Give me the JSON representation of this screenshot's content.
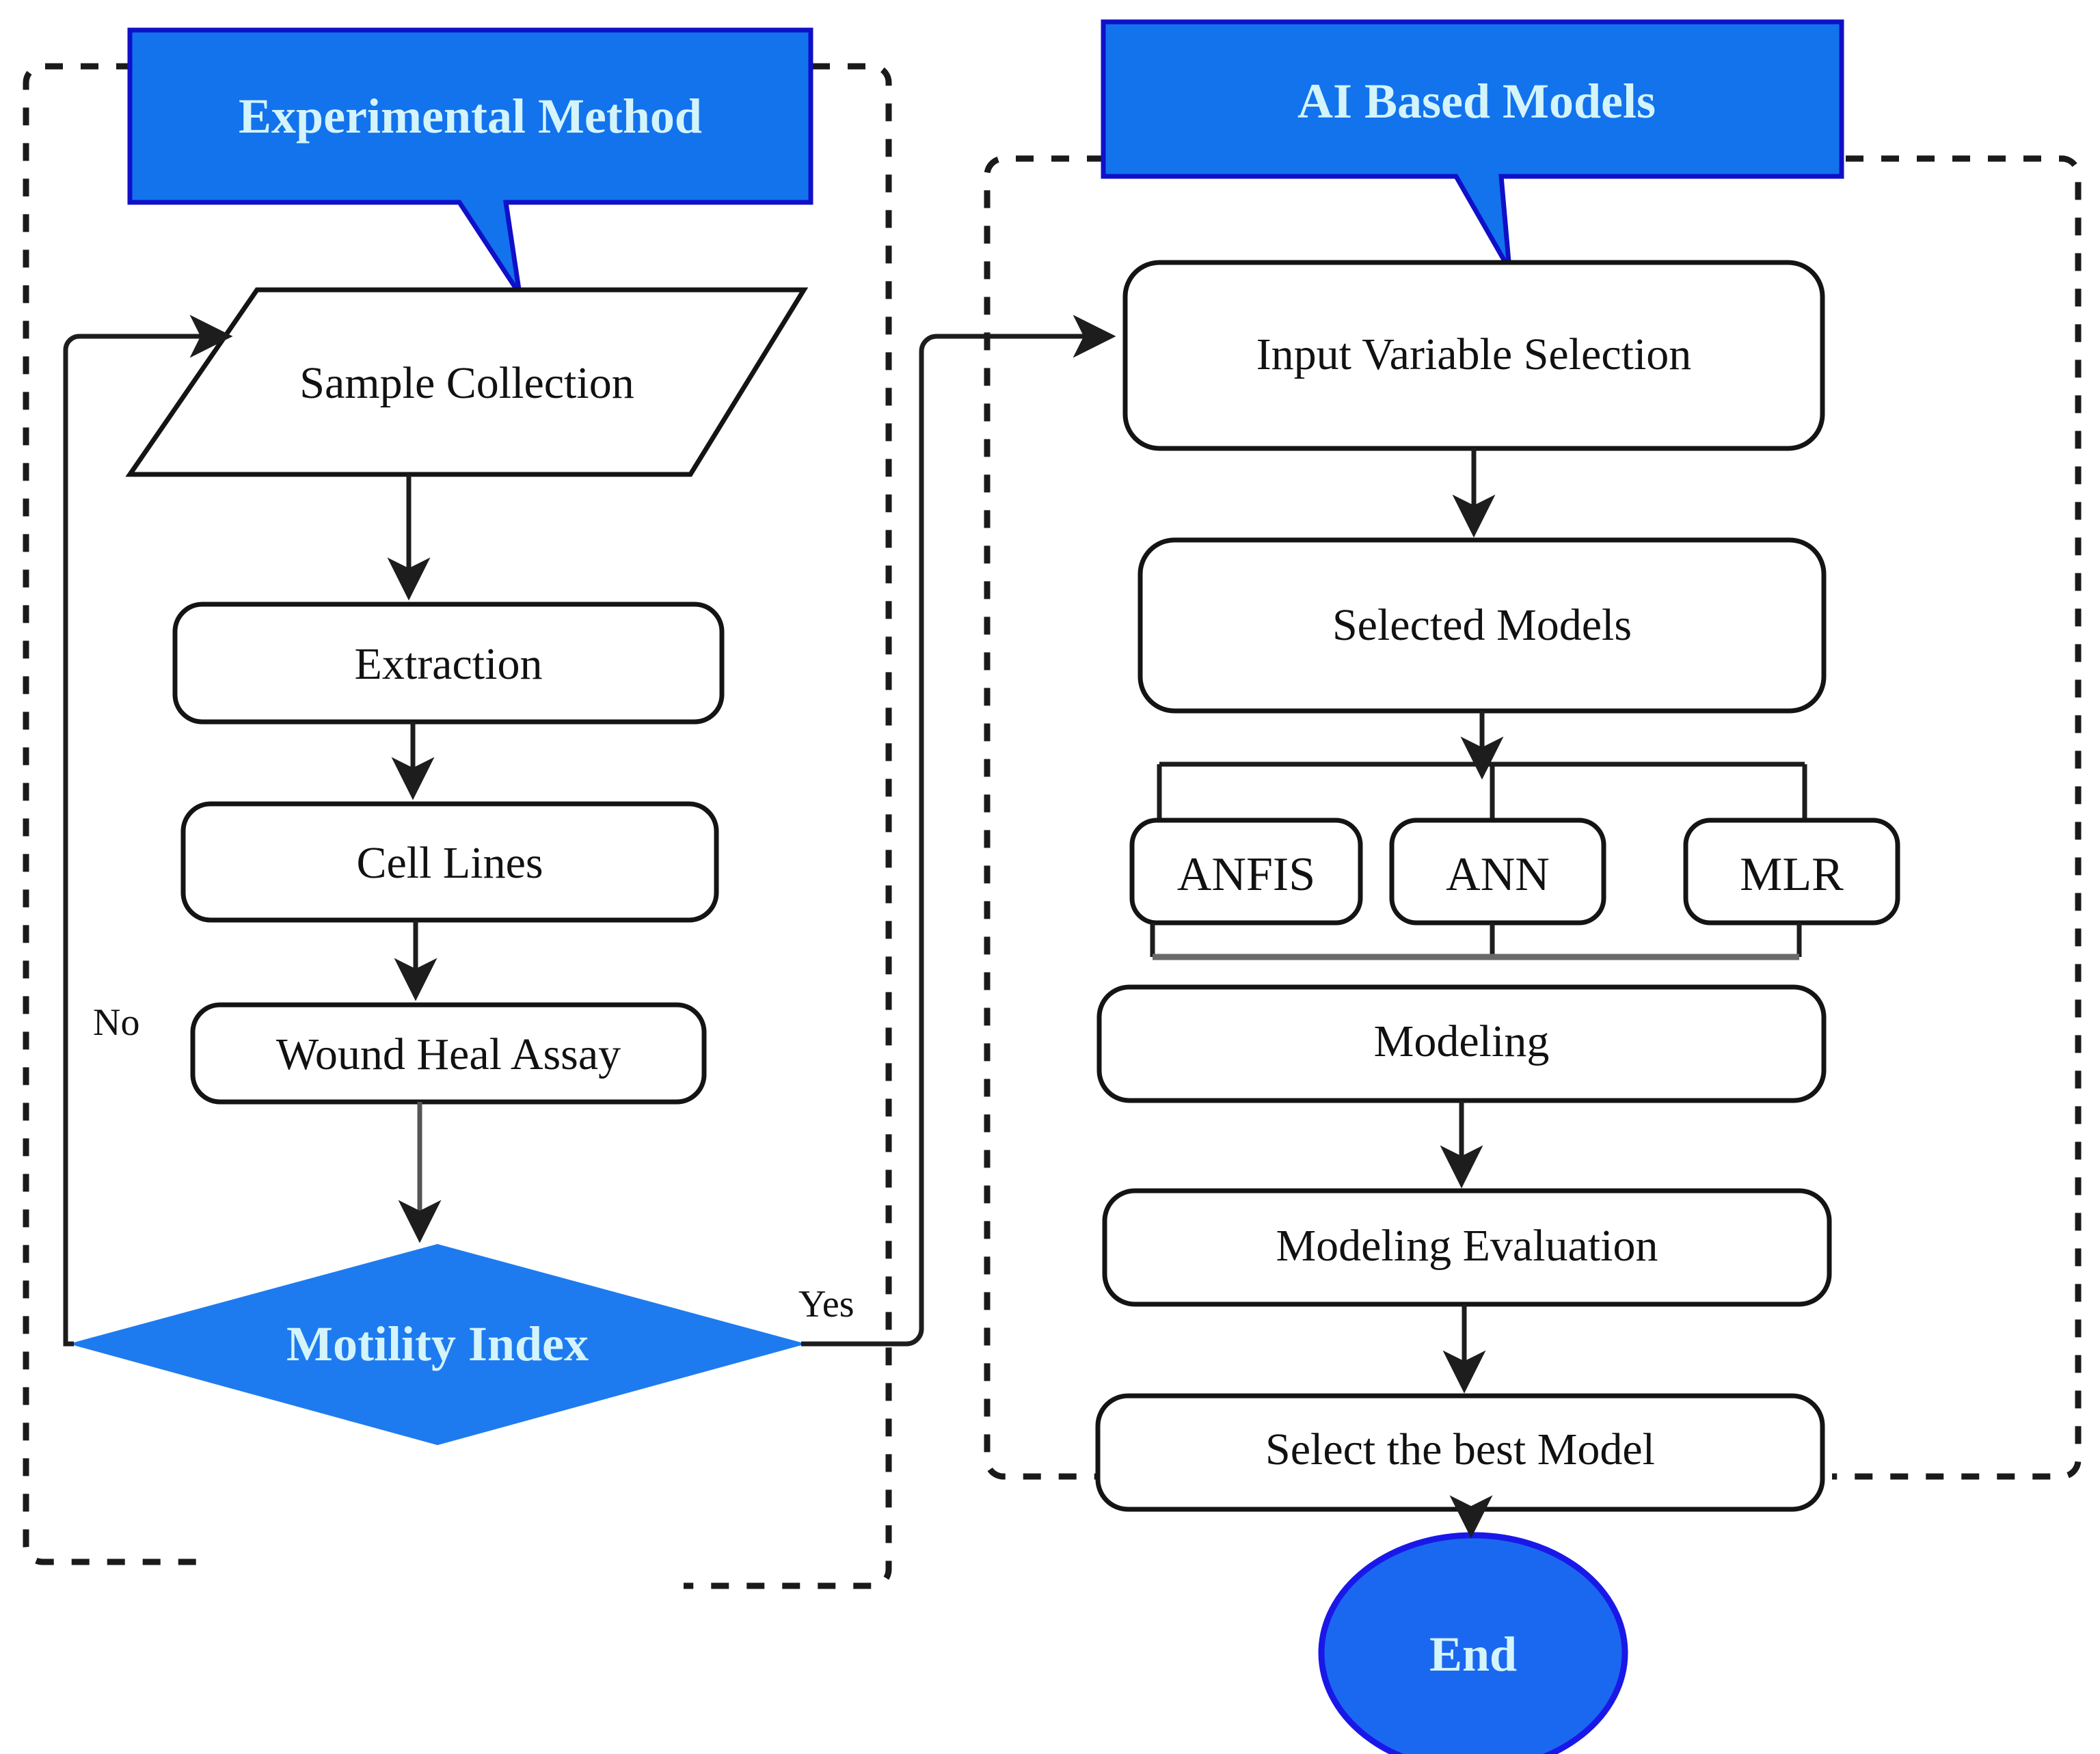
{
  "diagram": {
    "title": "Experimental Method and AI Based Models flowchart",
    "colors": {
      "banner_fill": "#1273ED",
      "banner_stroke": "#1010C8",
      "decision_fill": "#1E7BEF",
      "terminator_fill": "#1B68F0",
      "terminator_stroke": "#1A18E8",
      "banner_text": "#D4F4FB",
      "node_stroke": "#111111",
      "node_fill": "#FFFFFF",
      "connector": "#222222",
      "dashed_group": "#1A1A1A"
    },
    "groups": [
      {
        "id": "group-experimental",
        "banner": "Experimental Method"
      },
      {
        "id": "group-ai",
        "banner": "AI Based Models"
      }
    ],
    "left_column": {
      "banner": "Experimental Method",
      "nodes": [
        {
          "id": "sample-collection",
          "label": "Sample Collection",
          "shape": "parallelogram"
        },
        {
          "id": "extraction",
          "label": "Extraction",
          "shape": "rounded-rect"
        },
        {
          "id": "cell-lines",
          "label": "Cell Lines",
          "shape": "rounded-rect"
        },
        {
          "id": "wound-heal-assay",
          "label": "Wound Heal Assay",
          "shape": "rounded-rect"
        },
        {
          "id": "motility-index",
          "label": "Motility Index",
          "shape": "diamond"
        }
      ]
    },
    "right_column": {
      "banner": "AI Based Models",
      "nodes": [
        {
          "id": "input-variable-selection",
          "label": "Input Variable Selection",
          "shape": "rounded-rect"
        },
        {
          "id": "selected-models",
          "label": "Selected Models",
          "shape": "rounded-rect"
        },
        {
          "id": "modeling",
          "label": "Modeling",
          "shape": "rounded-rect"
        },
        {
          "id": "modeling-evaluation",
          "label": "Modeling Evaluation",
          "shape": "rounded-rect"
        },
        {
          "id": "select-best-model",
          "label": "Select the best Model",
          "shape": "rounded-rect"
        },
        {
          "id": "end",
          "label": "End",
          "shape": "ellipse"
        }
      ],
      "model_branches": [
        {
          "id": "anfis",
          "label": "ANFIS"
        },
        {
          "id": "ann",
          "label": "ANN"
        },
        {
          "id": "mlr",
          "label": "MLR"
        }
      ]
    },
    "edge_labels": {
      "no": "No",
      "yes": "Yes"
    }
  }
}
